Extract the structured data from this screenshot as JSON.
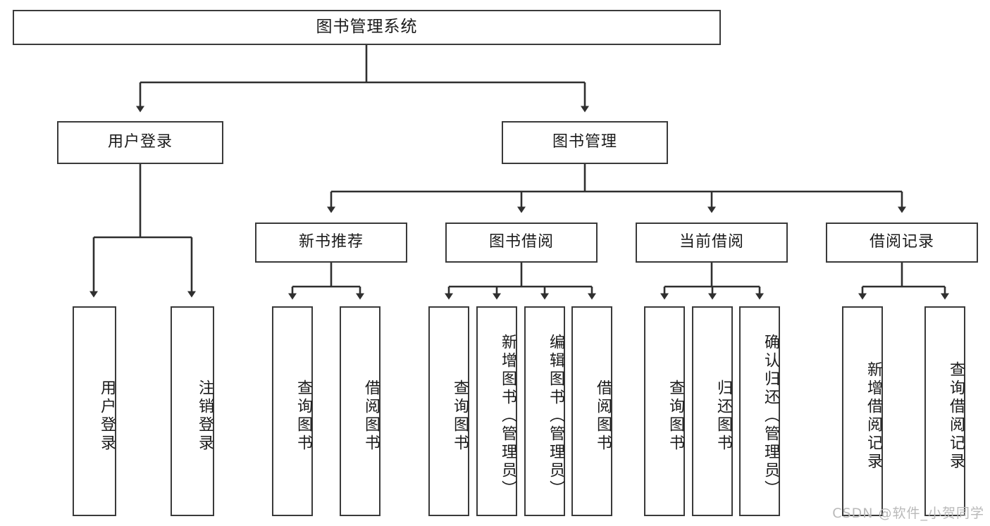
{
  "diagram": {
    "title": "图书管理系统",
    "type": "tree",
    "root": {
      "id": "root",
      "label": "图书管理系统"
    },
    "level1": [
      {
        "id": "user-login",
        "label": "用户登录"
      },
      {
        "id": "book-manage",
        "label": "图书管理"
      }
    ],
    "level2": [
      {
        "id": "new-book-recommend",
        "label": "新书推荐",
        "parent": "book-manage"
      },
      {
        "id": "book-borrow",
        "label": "图书借阅",
        "parent": "book-manage"
      },
      {
        "id": "current-borrow",
        "label": "当前借阅",
        "parent": "book-manage"
      },
      {
        "id": "borrow-record",
        "label": "借阅记录",
        "parent": "book-manage"
      }
    ],
    "leaves": [
      {
        "id": "leaf-user-login",
        "label": "用户登录",
        "parent": "user-login"
      },
      {
        "id": "leaf-logout-login",
        "label": "注销登录",
        "parent": "user-login"
      },
      {
        "id": "leaf-query-book-1",
        "label": "查询图书",
        "parent": "new-book-recommend"
      },
      {
        "id": "leaf-borrow-book-1",
        "label": "借阅图书",
        "parent": "new-book-recommend"
      },
      {
        "id": "leaf-query-book-2",
        "label": "查询图书",
        "parent": "book-borrow"
      },
      {
        "id": "leaf-add-book",
        "label": "新增图书（管理员）",
        "parent": "book-borrow"
      },
      {
        "id": "leaf-edit-book",
        "label": "编辑图书（管理员）",
        "parent": "book-borrow"
      },
      {
        "id": "leaf-borrow-book-2",
        "label": "借阅图书",
        "parent": "book-borrow"
      },
      {
        "id": "leaf-query-book-3",
        "label": "查询图书",
        "parent": "current-borrow"
      },
      {
        "id": "leaf-return-book",
        "label": "归还图书",
        "parent": "current-borrow"
      },
      {
        "id": "leaf-confirm-return",
        "label": "确认归还（管理员）",
        "parent": "current-borrow"
      },
      {
        "id": "leaf-add-record",
        "label": "新增借阅记录",
        "parent": "borrow-record"
      },
      {
        "id": "leaf-query-record",
        "label": "查询借阅记录",
        "parent": "borrow-record"
      }
    ],
    "colors": {
      "box_border": "#3a3a3a",
      "box_fill": "#ffffff",
      "connector": "#2f2f2f",
      "text": "#1b1b1b",
      "watermark": "#b9b9b9",
      "background": "#ffffff"
    }
  },
  "watermark": {
    "text": "CSDN @软件_小贺同学"
  }
}
